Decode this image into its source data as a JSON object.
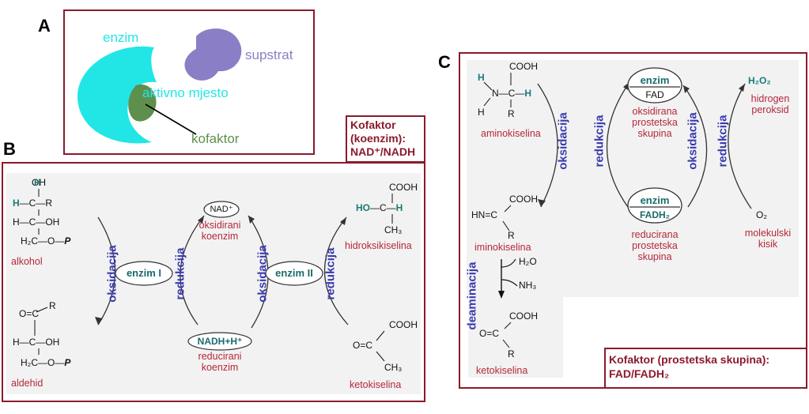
{
  "panels": {
    "a": {
      "letter": "A",
      "enzyme": "enzim",
      "substrate": "supstrat",
      "active_site": "aktivno mjesto",
      "cofactor": "kofaktor"
    },
    "b": {
      "letter": "B",
      "cofactor_box": {
        "line1": "Kofaktor",
        "line2": "(koenzim):",
        "line3": "NAD⁺/NADH"
      },
      "enzyme1": "enzim I",
      "enzyme2": "enzim II",
      "oxidation1": "oksidacija",
      "reduction1": "redukcija",
      "oxidation2": "oksidacija",
      "reduction2": "redukcija",
      "nad_plus": "NAD⁺",
      "oxidized_coenzyme": [
        "oksidirani",
        "koenzim"
      ],
      "nadh": "NADH+H⁺",
      "reduced_coenzyme": [
        "reducirani",
        "koenzim"
      ],
      "alcohol": "alkohol",
      "aldehyde": "aldehid",
      "hydroxy_acid": "hidroksikiselina",
      "keto_acid": "ketokiselina"
    },
    "c": {
      "letter": "C",
      "cofactor_box": {
        "line1": "Kofaktor (prostetska skupina):",
        "line2": "FAD/FADH₂"
      },
      "enzyme_top": "enzim",
      "fad": "FAD",
      "enzyme_bottom": "enzim",
      "fadh2": "FADH₂",
      "oxidized_group": [
        "oksidirana",
        "prostetska",
        "skupina"
      ],
      "reduced_group": [
        "reducirana",
        "prostetska",
        "skupina"
      ],
      "oxidation1": "oksidacija",
      "reduction1": "redukcija",
      "oxidation2": "oksidacija",
      "reduction2": "redukcija",
      "deamination": "deaminacija",
      "amino_acid": "aminokiselina",
      "imino_acid": "iminokiselina",
      "keto_acid": "ketokiselina",
      "h2o2": "H₂O₂",
      "hydrogen_peroxide": [
        "hidrogen",
        "peroksid"
      ],
      "o2": "O₂",
      "molecular_oxygen": [
        "molekulski",
        "kisik"
      ],
      "water": "H₂O",
      "ammonia": "NH₃"
    }
  },
  "colors": {
    "frame": "#8b1a2b",
    "enzyme": "#22e6e6",
    "substrate": "#8a7fc6",
    "cofactor": "#5f8f4e",
    "process_text": "#3a3ab0",
    "label_red": "#b5283a"
  }
}
